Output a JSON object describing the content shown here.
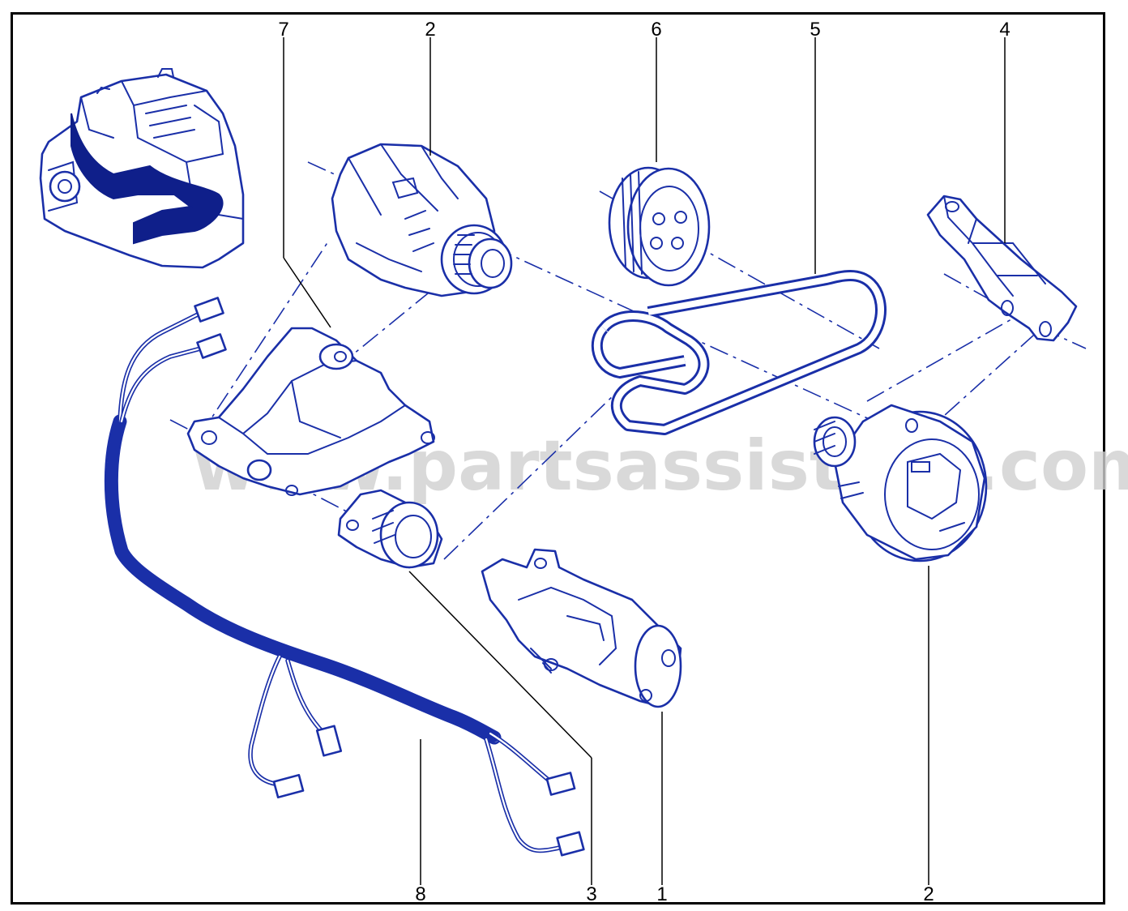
{
  "watermark": "www.partsassistant.com",
  "callouts": {
    "c7": "7",
    "c2_top": "2",
    "c6": "6",
    "c5": "5",
    "c4": "4",
    "c8": "8",
    "c3": "3",
    "c1": "1",
    "c2_bottom": "2"
  },
  "colors": {
    "line": "#1a2fa8",
    "leader": "#000000",
    "frame": "#000000"
  }
}
